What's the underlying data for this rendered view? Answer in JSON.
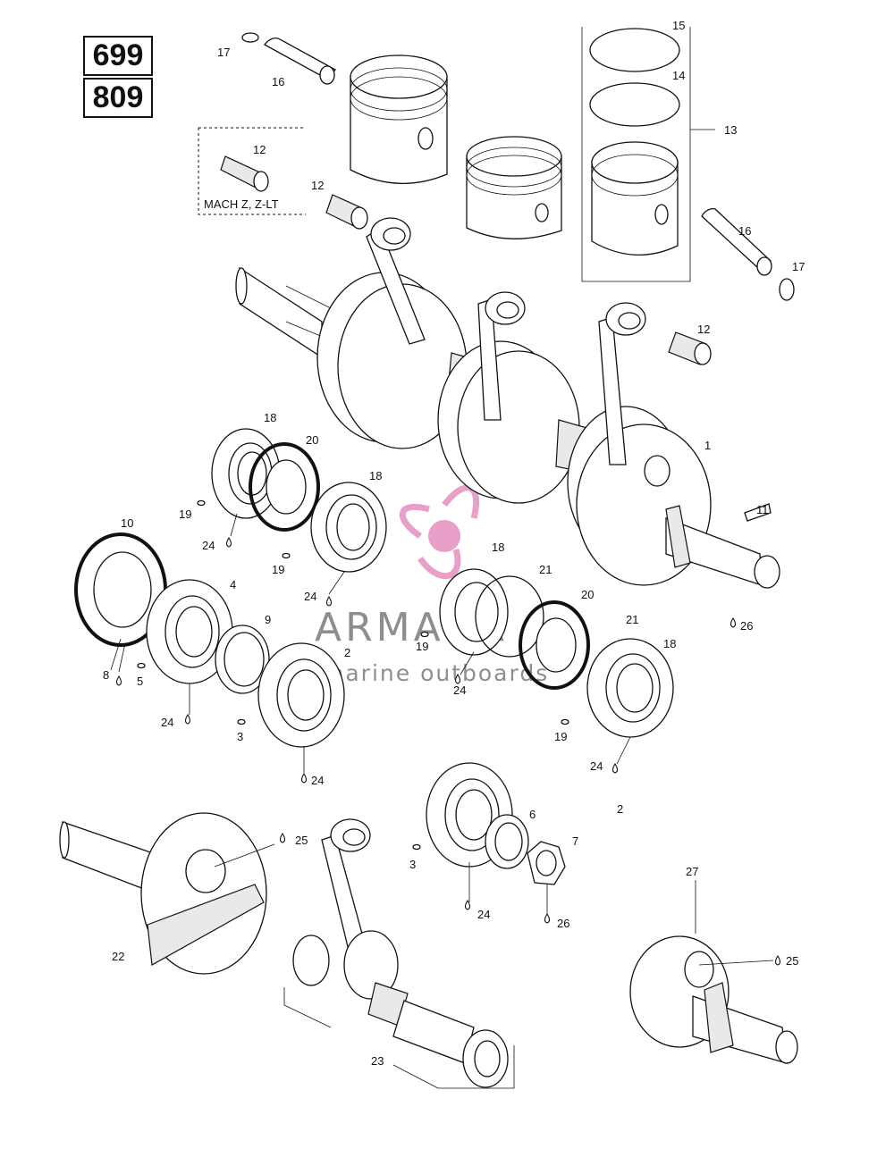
{
  "model_codes": [
    "699",
    "809"
  ],
  "variant_note": "MACH Z, Z-LT",
  "watermark": {
    "brand": "ARMADA",
    "tagline": "marine outboards",
    "color": "#e8a0c8"
  },
  "callouts": {
    "c1": "1",
    "c2a": "2",
    "c2b": "2",
    "c3a": "3",
    "c3b": "3",
    "c4": "4",
    "c5": "5",
    "c6": "6",
    "c7": "7",
    "c8": "8",
    "c9": "9",
    "c10": "10",
    "c11": "11",
    "c12a": "12",
    "c12b": "12",
    "c12c": "12",
    "c13": "13",
    "c14": "14",
    "c15": "15",
    "c16a": "16",
    "c16b": "16",
    "c17a": "17",
    "c17b": "17",
    "c18a": "18",
    "c18b": "18",
    "c18c": "18",
    "c18d": "18",
    "c19a": "19",
    "c19b": "19",
    "c19c": "19",
    "c19d": "19",
    "c20a": "20",
    "c20b": "20",
    "c21a": "21",
    "c21b": "21",
    "c22": "22",
    "c23": "23",
    "c24a": "24",
    "c24b": "24",
    "c24c": "24",
    "c24d": "24",
    "c24e": "24",
    "c24f": "24",
    "c24g": "24",
    "c25a": "25",
    "c25b": "25",
    "c26a": "26",
    "c26b": "26",
    "c27": "27"
  }
}
